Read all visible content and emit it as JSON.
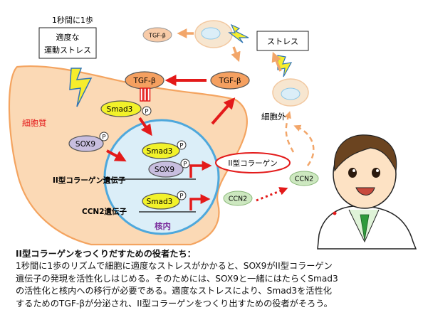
{
  "labels": {
    "pace": "1秒間に1歩",
    "moderate_stress_line1": "適度な",
    "moderate_stress_line2": "運動ストレス",
    "stress": "ストレス",
    "tgf_small": "TGF-β",
    "tgf_receptor": "TGF-β",
    "tgf_secreted": "TGF-β",
    "smad3_cytoplasm": "Smad3",
    "p_marker": "P",
    "cytoplasm": "細胞質",
    "extracellular": "細胞外",
    "sox9_cytoplasm": "SOX9",
    "smad3_nucleus_1": "Smad3",
    "sox9_nucleus": "SOX9",
    "smad3_nucleus_2": "Smad3",
    "collagen_gene": "II型コラーゲン遺伝子",
    "ccn2_gene": "CCN2遺伝子",
    "nucleus": "核内",
    "collagen_protein": "II型コラーゲン",
    "ccn2_inside": "CCN2",
    "ccn2_outside": "CCN2"
  },
  "caption": {
    "title": "II型コラーゲンをつくりだすための役者たち：",
    "lines": [
      "1秒間に1歩のリズムで細胞に適度なストレスがかかると、SOX9がII型コラーゲン",
      "遺伝子の発現を活性化しはじめる。そのためには、SOX9と一緒にはたらくSmad3",
      "の活性化と核内への移行が必要である。適度なストレスにより、Smad3を活性化",
      "するためのTGF-βが分泌され、II型コラーゲンをつくり出すための役者がそろう。"
    ]
  },
  "colors": {
    "cell": "#fbd9b5",
    "cell_border": "#f4a460",
    "nucleus": "#dbeef8",
    "nucleus_border": "#4ea8dc",
    "tgf": "#f5a060",
    "smad3": "#f2f22a",
    "sox9": "#c8bedf",
    "ccn2": "#cde8c0",
    "arrow_red": "#e31a1a",
    "arrow_orange": "#f2a66a",
    "cytoplasm_label": "#e31a1a",
    "nucleus_label": "#7a2d9c"
  }
}
